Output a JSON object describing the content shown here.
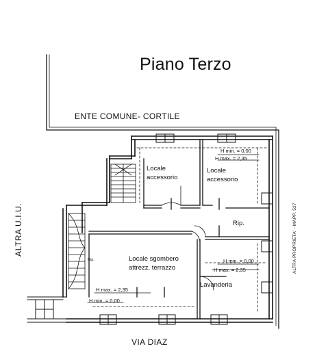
{
  "title": "Piano Terzo",
  "streets": {
    "north": "ENTE COMUNE- CORTILE",
    "south": "VIA DIAZ",
    "west": "ALTRA U.I.U.",
    "east": "ALTRA PROPRIETA' - MAPP. 527"
  },
  "rooms": {
    "locale_1": {
      "line1": "Locale",
      "line2": "accessorio"
    },
    "locale_2": {
      "line1": "Locale",
      "line2": "accessorio"
    },
    "rip": "Rip.",
    "rip_small": "Rip.",
    "sgombero": {
      "line1": "Locale sgombero",
      "line2": "attrezz. terrazzo"
    },
    "lavanderia": "Lavanderia"
  },
  "heights": {
    "top_right_min": "H min. = 0,00",
    "top_right_max": "H max. = 2,35",
    "mid_right_min": "H min. = 0,00",
    "mid_right_max": "H max. = 2,35",
    "bottom_left_max": "H max. = 2,35",
    "bottom_left_min": "H min. = 0,00"
  }
}
